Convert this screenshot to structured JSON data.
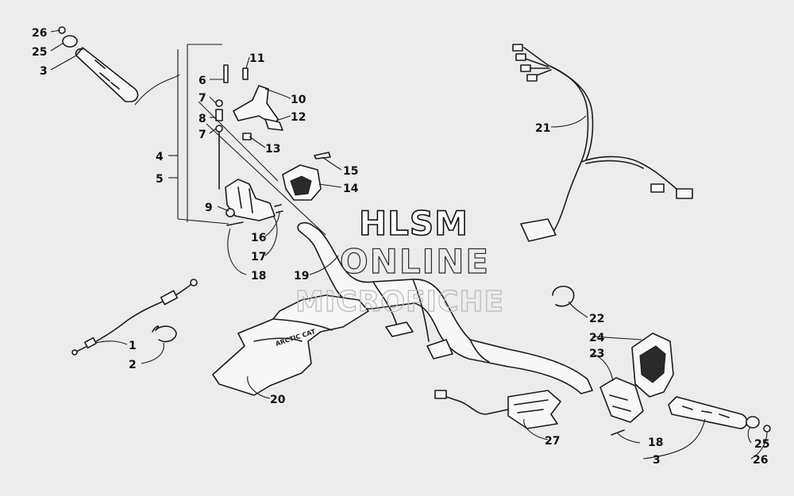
{
  "watermark": {
    "line1": "HLSM",
    "line2": "ONLINE",
    "line3": "MICROFICHE"
  },
  "callouts": {
    "c1": "1",
    "c2": "2",
    "c3a": "3",
    "c3b": "3",
    "c4": "4",
    "c5": "5",
    "c6": "6",
    "c7a": "7",
    "c7b": "7",
    "c8": "8",
    "c9": "9",
    "c10": "10",
    "c11": "11",
    "c12": "12",
    "c13": "13",
    "c14": "14",
    "c15": "15",
    "c16": "16",
    "c17": "17",
    "c18a": "18",
    "c18b": "18",
    "c19": "19",
    "c20": "20",
    "c21": "21",
    "c22": "22",
    "c23": "23",
    "c24": "24",
    "c25a": "25",
    "c25b": "25",
    "c26a": "26",
    "c26b": "26",
    "c27": "27"
  },
  "pad_logo": "ARCTIC CAT"
}
